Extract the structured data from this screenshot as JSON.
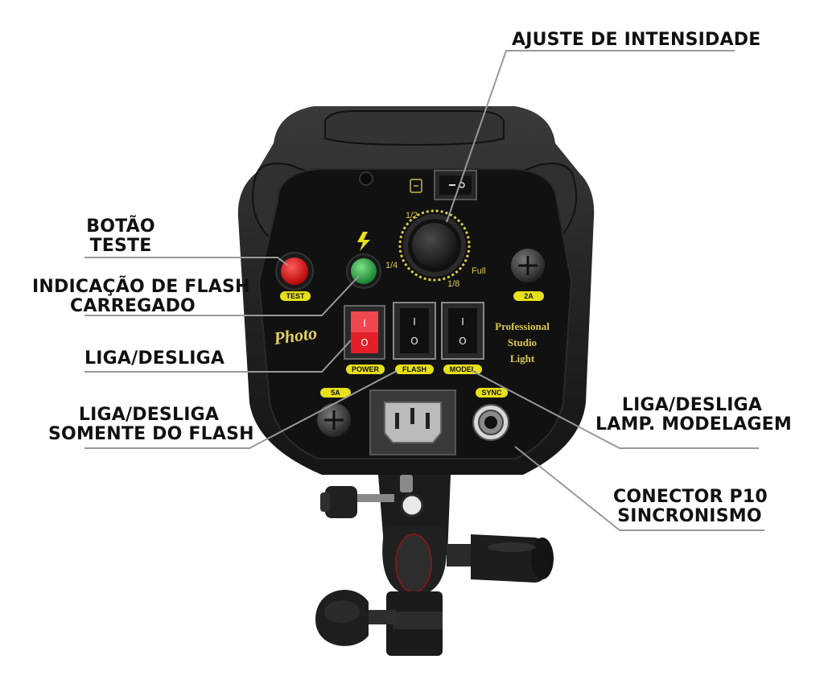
{
  "callouts": {
    "ajuste": "AJUSTE DE INTENSIDADE",
    "botao_l1": "BOTÃO",
    "botao_l2": "TESTE",
    "indicacao_l1": "INDICAÇÃO DE FLASH",
    "indicacao_l2": "CARREGADO",
    "liga": "LIGA/DESLIGA",
    "flash_l1": "LIGA/DESLIGA",
    "flash_l2": "SOMENTE DO FLASH",
    "model_l1": "LIGA/DESLIGA",
    "model_l2": "LAMP. MODELAGEM",
    "sync_l1": "CONECTOR P10",
    "sync_l2": "SINCRONISMO"
  },
  "panel": {
    "test": "TEST",
    "power": "POWER",
    "flash": "FLASH",
    "model": "MODEL",
    "fuse_2a": "2A",
    "fuse_5a": "5A",
    "sync": "SYNC",
    "dial_half": "1/2",
    "dial_quarter": "1/4",
    "dial_eighth": "1/8",
    "dial_full": "Full",
    "brand": "Photo",
    "desc_l1": "Professional",
    "desc_l2": "Studio",
    "desc_l3": "Light",
    "switch_on": "I",
    "switch_off": "O"
  },
  "colors": {
    "label_yellow": "#e8e01a",
    "text_yellow": "#d9c94a",
    "test_red": "#e0141c",
    "ready_green": "#1fa43a",
    "power_red": "#e3202a",
    "body_black": "#161616"
  }
}
